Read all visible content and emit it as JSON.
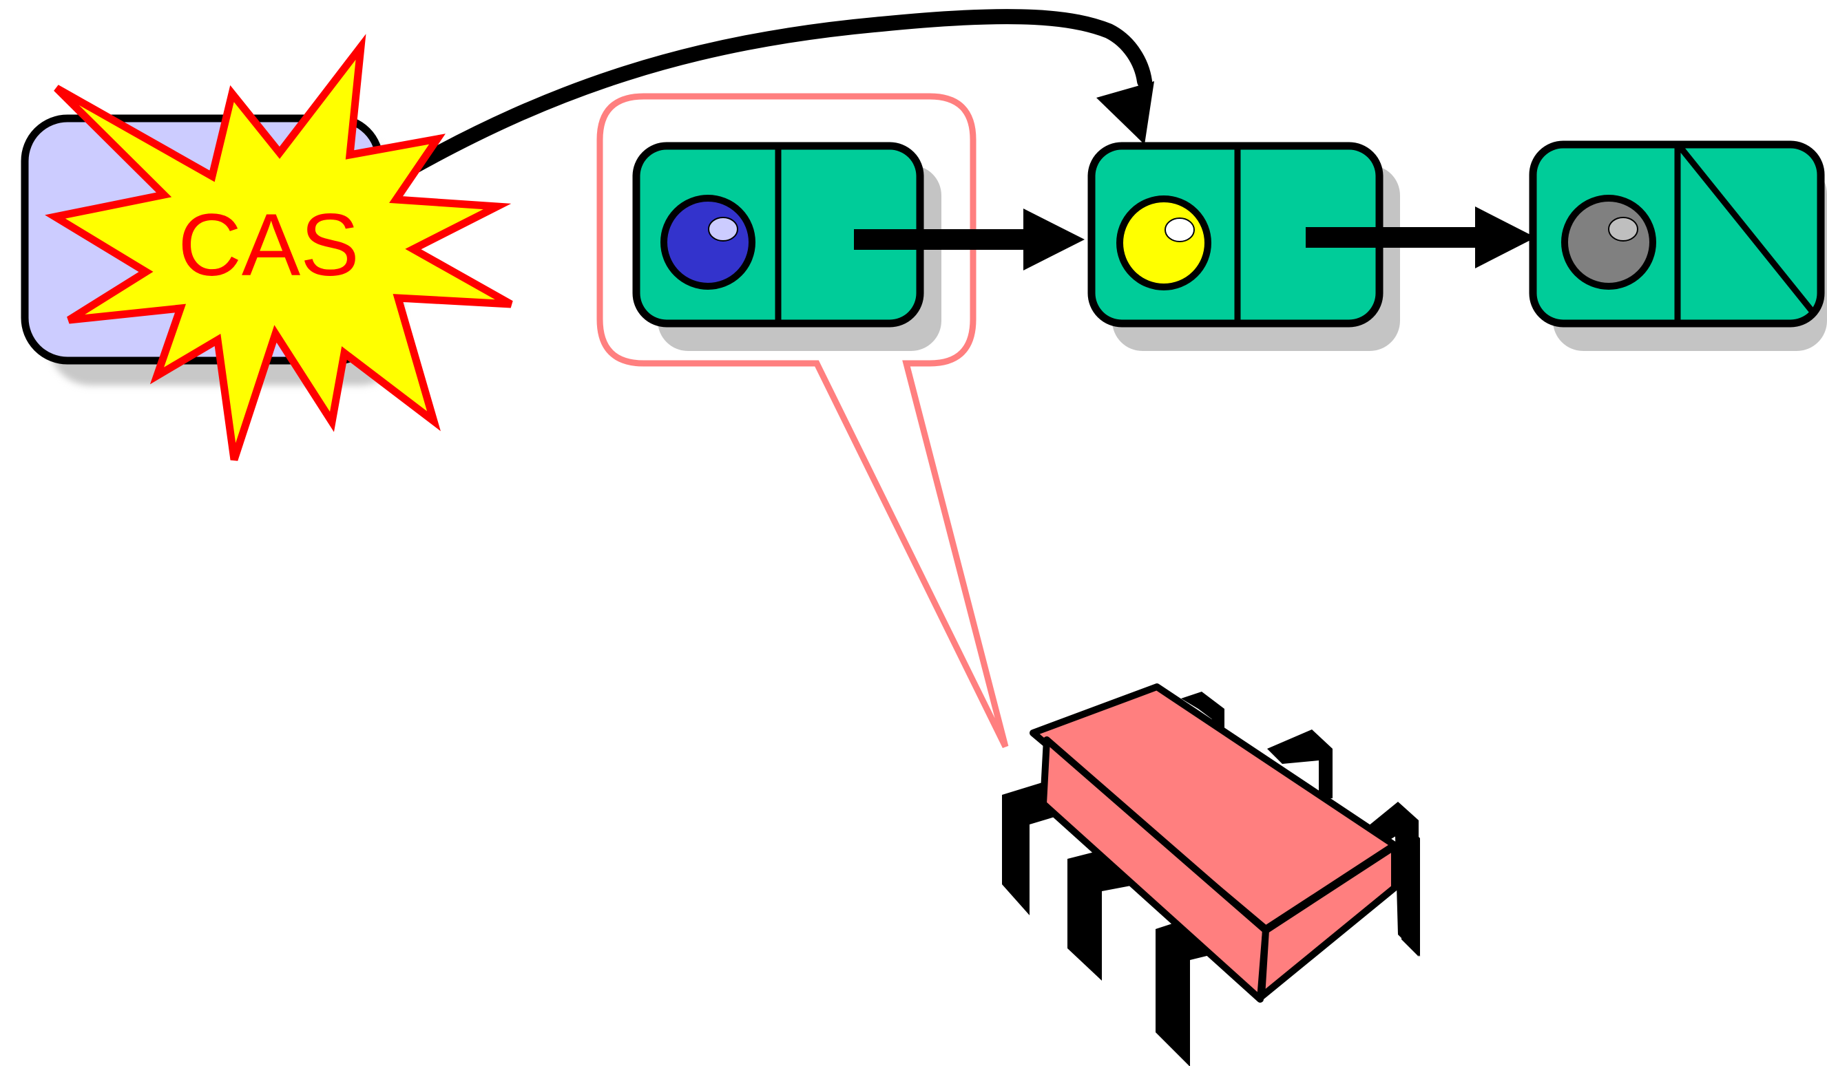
{
  "diagram": {
    "cas_label": "CAS",
    "colors": {
      "node_fill": "#00cc99",
      "head_fill": "#ccccff",
      "starburst_fill": "#ffff00",
      "starburst_stroke": "#ff0000",
      "callout_stroke": "#ff7f7f",
      "chip_fill": "#ff7f7f",
      "ball_blue": "#3333cc",
      "ball_yellow": "#ffff00",
      "ball_gray": "#808080"
    },
    "nodes": [
      {
        "name": "node-1",
        "ball": "blue-ball-icon"
      },
      {
        "name": "node-2",
        "ball": "yellow-ball-icon"
      },
      {
        "name": "node-3",
        "ball": "gray-ball-icon",
        "next": "null"
      }
    ],
    "icons": [
      "starburst-icon",
      "memory-chip-icon",
      "callout-icon"
    ]
  }
}
